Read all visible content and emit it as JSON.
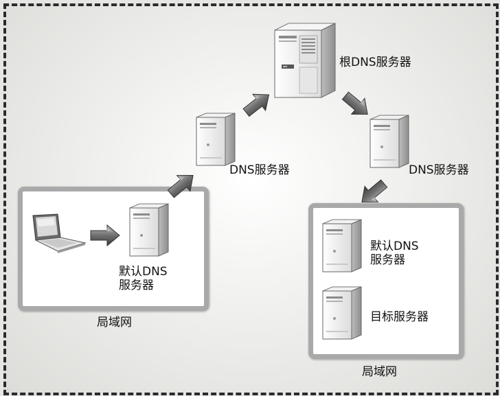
{
  "diagram": {
    "root_server_label": "根DNS服务器",
    "dns_server_middle_label": "DNS服务器",
    "dns_server_right_label": "DNS服务器",
    "left_lan": {
      "default_dns_label": "默认DNS\n服务器",
      "lan_label": "局域网"
    },
    "right_lan": {
      "default_dns_label": "默认DNS\n服务器",
      "target_server_label": "目标服务器",
      "lan_label": "局域网"
    }
  }
}
